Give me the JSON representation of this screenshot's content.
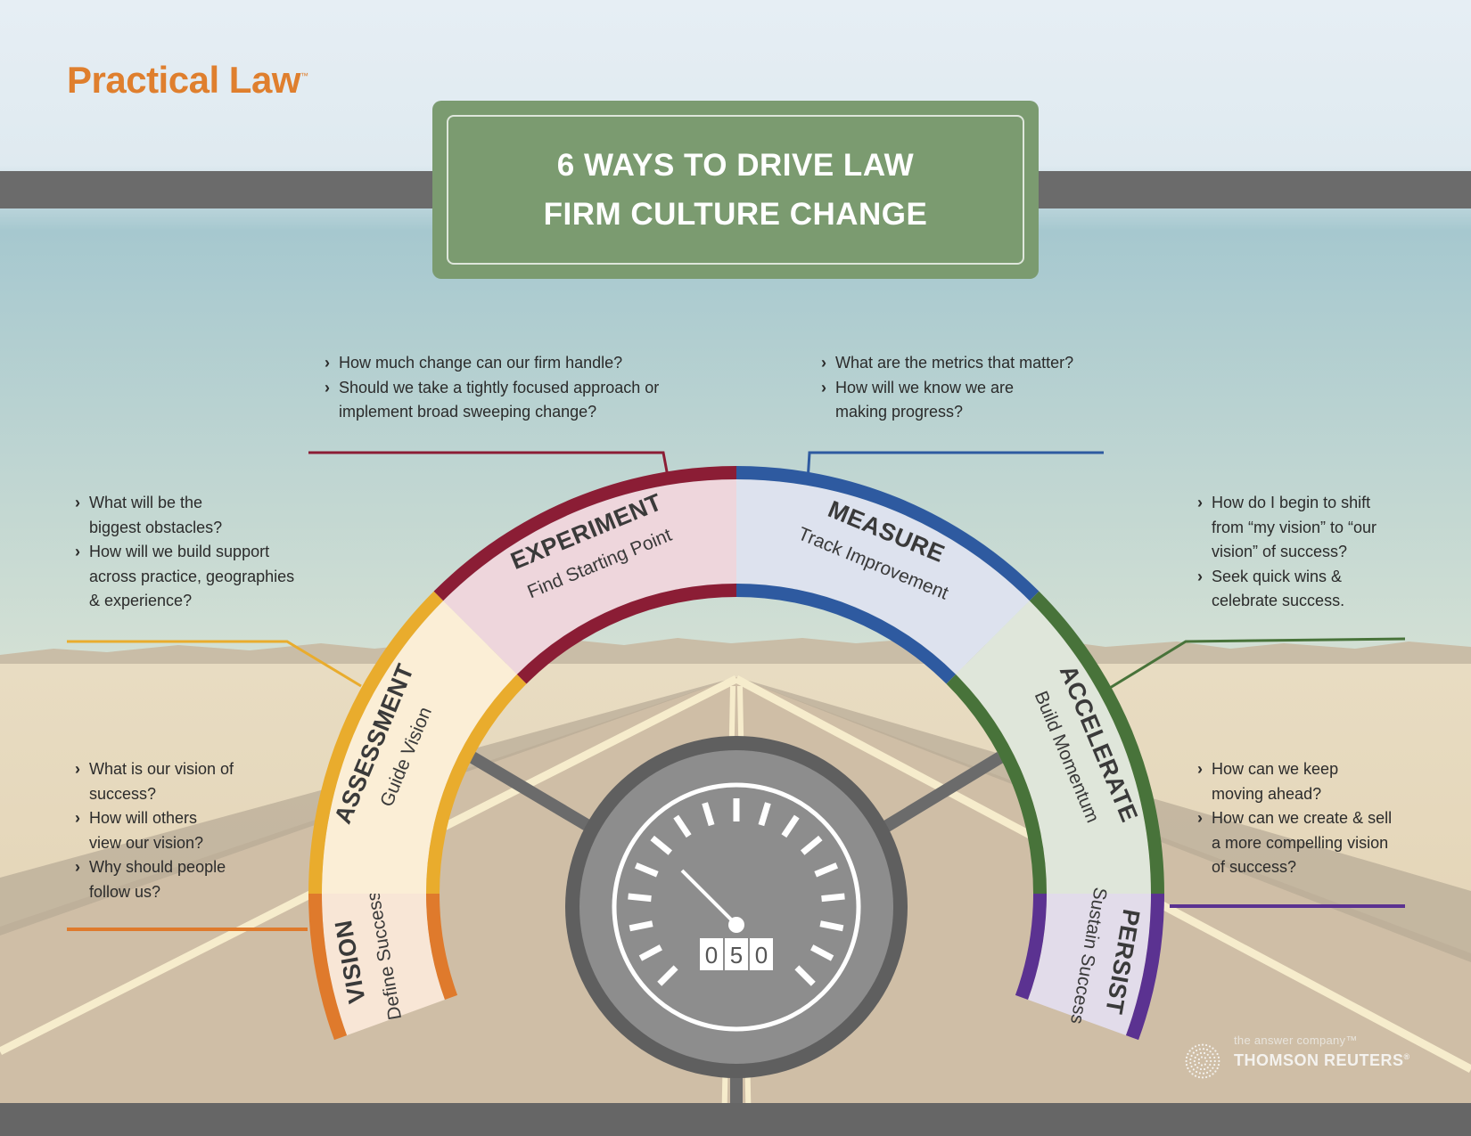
{
  "brand": {
    "name": "Practical Law",
    "tm": "™"
  },
  "title": {
    "line1": "6 WAYS TO DRIVE LAW",
    "line2": "FIRM CULTURE CHANGE"
  },
  "segments": [
    {
      "id": "vision",
      "title": "VISION",
      "subtitle": "Define Success",
      "color": "#df7a2c",
      "fill": "#f8e6d6"
    },
    {
      "id": "assessment",
      "title": "ASSESSMENT",
      "subtitle": "Guide Vision",
      "color": "#e9ac2d",
      "fill": "#fbeed6"
    },
    {
      "id": "experiment",
      "title": "EXPERIMENT",
      "subtitle": "Find Starting Point",
      "color": "#8b1d35",
      "fill": "#eed6dc"
    },
    {
      "id": "measure",
      "title": "MEASURE",
      "subtitle": "Track Improvement",
      "color": "#2e5aa0",
      "fill": "#dde2ee"
    },
    {
      "id": "accelerate",
      "title": "ACCELERATE",
      "subtitle": "Build Momentum",
      "color": "#48733a",
      "fill": "#dfe6da"
    },
    {
      "id": "persist",
      "title": "PERSIST",
      "subtitle": "Sustain Success",
      "color": "#5b3291",
      "fill": "#e2dcea"
    }
  ],
  "questions": {
    "vision": [
      "What is our vision of success?",
      "How will others view our vision?",
      "Why should people follow us?"
    ],
    "assessment": [
      "What will be the biggest obstacles?",
      "How will we build support across practice, geographies & experience?"
    ],
    "experiment": [
      "How much change can our firm handle?",
      "Should we take a tightly focused approach or implement broad sweeping change?"
    ],
    "measure": [
      "What are the metrics that matter?",
      "How will we know we are making progress?"
    ],
    "accelerate": [
      "How do I begin to shift from “my vision” to “our vision” of success?",
      "Seek quick wins & celebrate success."
    ],
    "persist": [
      "How can we keep moving ahead?",
      "How can we create & sell a more compelling vision of success?"
    ]
  },
  "speedometer": {
    "odometer": [
      "0",
      "5",
      "0"
    ]
  },
  "footer": {
    "tagline": "the answer company™",
    "company": "THOMSON REUTERS",
    "mark": "®",
    "logo_icon": "dot-globe-icon"
  },
  "colors": {
    "sky_top": "#e4edf3",
    "sky_bottom": "#c6dcd9",
    "sand": "#e3d4b8",
    "road": "#cfbea6",
    "beam": "#6b6b6b",
    "title_sign": "#7b9b70",
    "gauge": "#8d8d8d",
    "gauge_ring": "#5f5f5f"
  }
}
